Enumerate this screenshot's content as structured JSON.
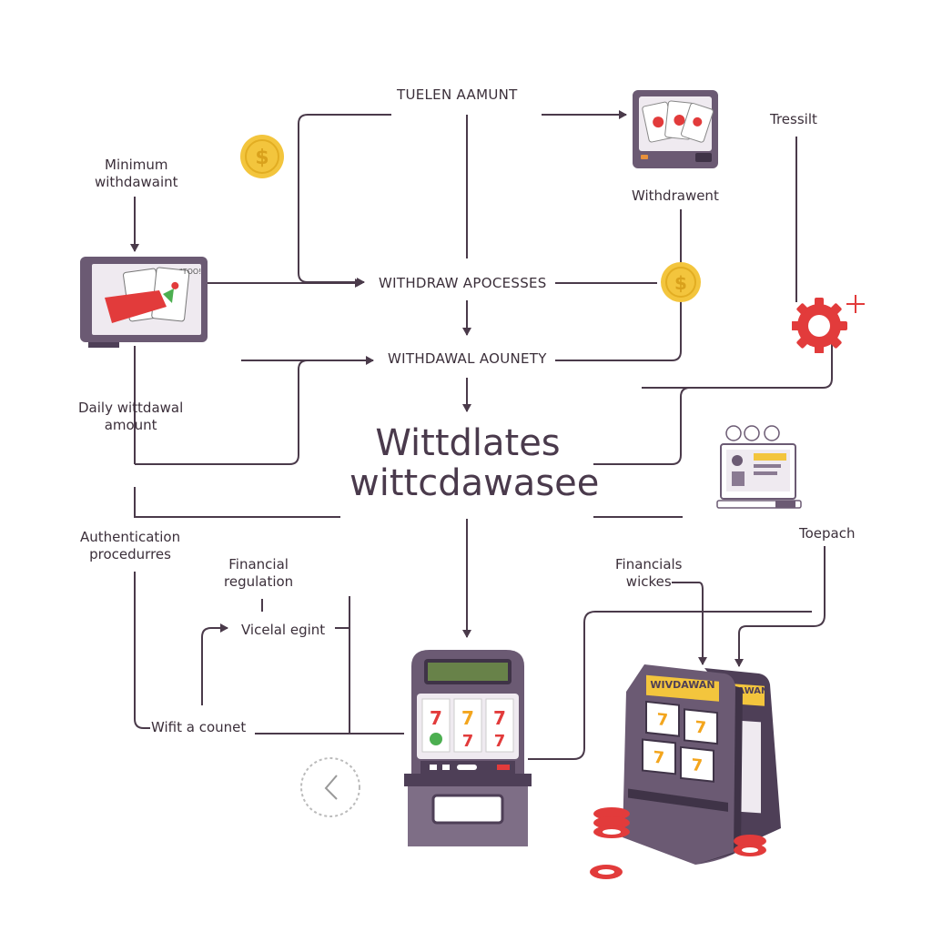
{
  "labels": {
    "top_amount": "TUELEN AAMUNT",
    "min_withdrawal": "Minimum\nwithdawaint",
    "tressilt": "Tressilt",
    "withdrawent": "Withdrawent",
    "withdraw_processes": "WITHDRAW APOCESSES",
    "withdawal_aounety": "WITHDAWAL AOUNETY",
    "daily_withdrawal": "Daily wittdawal\namount",
    "title_line1": "Wittdlates",
    "title_line2": "wittcdawasee",
    "authentication": "Authentication\nprocedurres",
    "financial_regulation": "Financial\nregulation",
    "vicelal_egint": "Vicelal egint",
    "wifit_counet": "Wifit a counet",
    "financials_wickes": "Financials\nwickes",
    "toepach": "Toepach",
    "machine_banner": "WIVDAWAN"
  },
  "colors": {
    "line": "#4a3a4a",
    "purple": "#6b5a73",
    "dark_purple": "#4e3f57",
    "gold": "#f3c53d",
    "red": "#e23b3b"
  },
  "icons": [
    "coin-icon",
    "card-table-icon",
    "tablet-cards-icon",
    "poker-chip-icon",
    "computer-icon",
    "slot-machine-icon",
    "clock-icon"
  ]
}
